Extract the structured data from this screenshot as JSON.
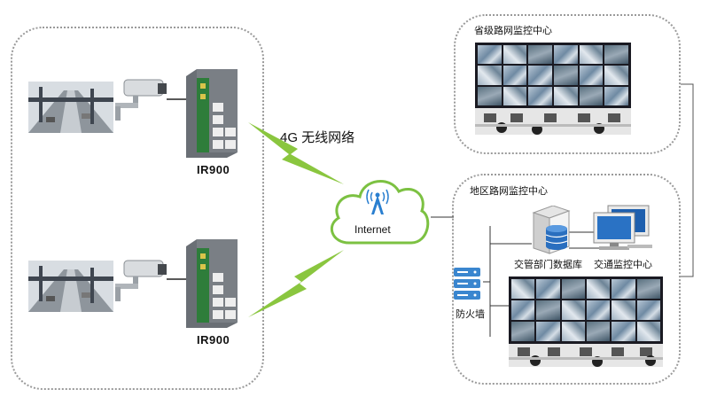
{
  "left_group": {
    "router_top_label": "IR900",
    "router_bottom_label": "IR900"
  },
  "network": {
    "label": "4G  无线网络",
    "cloud_label": "Internet"
  },
  "provincial_center": {
    "title": "省级路网监控中心"
  },
  "regional_center": {
    "title": "地区路网监控中心",
    "database_label": "交管部门数据库",
    "traffic_center_label": "交通监控中心",
    "firewall_label": "防火墙"
  },
  "colors": {
    "cloud_stroke": "#7cc142",
    "bolt": "#8ac63f",
    "border": "#9a9a9a",
    "router_green": "#2e7d3a",
    "router_body": "#5d6166"
  }
}
